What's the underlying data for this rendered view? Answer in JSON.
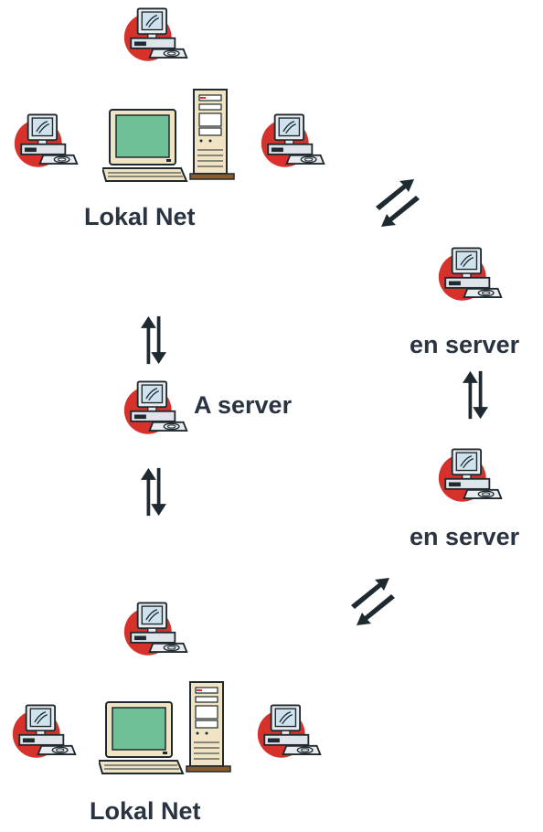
{
  "labels": {
    "lan_top": "Lokal Net",
    "lan_bottom": "Lokal Net",
    "server_left": "A server",
    "server_right_upper": "en server",
    "server_right_lower": "en server"
  },
  "colors": {
    "red_disc": "#d7312c",
    "arrow": "#1f2a30",
    "monitor_screen": "#6fbf97",
    "case": "#f0e4c4"
  },
  "icons": [
    "workstation-icon",
    "desktop-pc-icon",
    "double-arrow-icon"
  ]
}
